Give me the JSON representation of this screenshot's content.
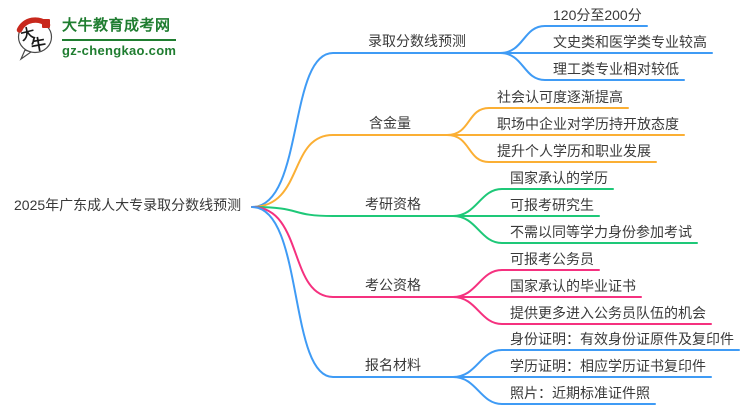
{
  "page": {
    "background": "#ffffff"
  },
  "logo": {
    "icon_char1": "大",
    "icon_char2": "牛",
    "site_name": "大牛教育成考网",
    "site_url": "gz-chengkao.com",
    "brand_green": "#1f7d30",
    "accent_red": "#c8281d"
  },
  "mindmap": {
    "text_color": "#3a3a3a",
    "root": {
      "label": "2025年广东成人大专录取分数线预测"
    },
    "branches": [
      {
        "label": "录取分数线预测",
        "color": "#3f9bf5",
        "children": [
          "120分至200分",
          "文史类和医学类专业较高",
          "理工类专业相对较低"
        ]
      },
      {
        "label": "含金量",
        "color": "#fbaf34",
        "children": [
          "社会认可度逐渐提高",
          "职场中企业对学历持开放态度",
          "提升个人学历和职业发展"
        ]
      },
      {
        "label": "考研资格",
        "color": "#1ec878",
        "children": [
          "国家承认的学历",
          "可报考研究生",
          "不需以同等学力身份参加考试"
        ]
      },
      {
        "label": "考公资格",
        "color": "#f5317f",
        "children": [
          "可报考公务员",
          "国家承认的毕业证书",
          "提供更多进入公务员队伍的机会"
        ]
      },
      {
        "label": "报名材料",
        "color": "#3f9bf5",
        "children": [
          "身份证明：有效身份证原件及复印件",
          "学历证明：相应学历证书复印件",
          "照片：近期标准证件照"
        ]
      }
    ]
  }
}
